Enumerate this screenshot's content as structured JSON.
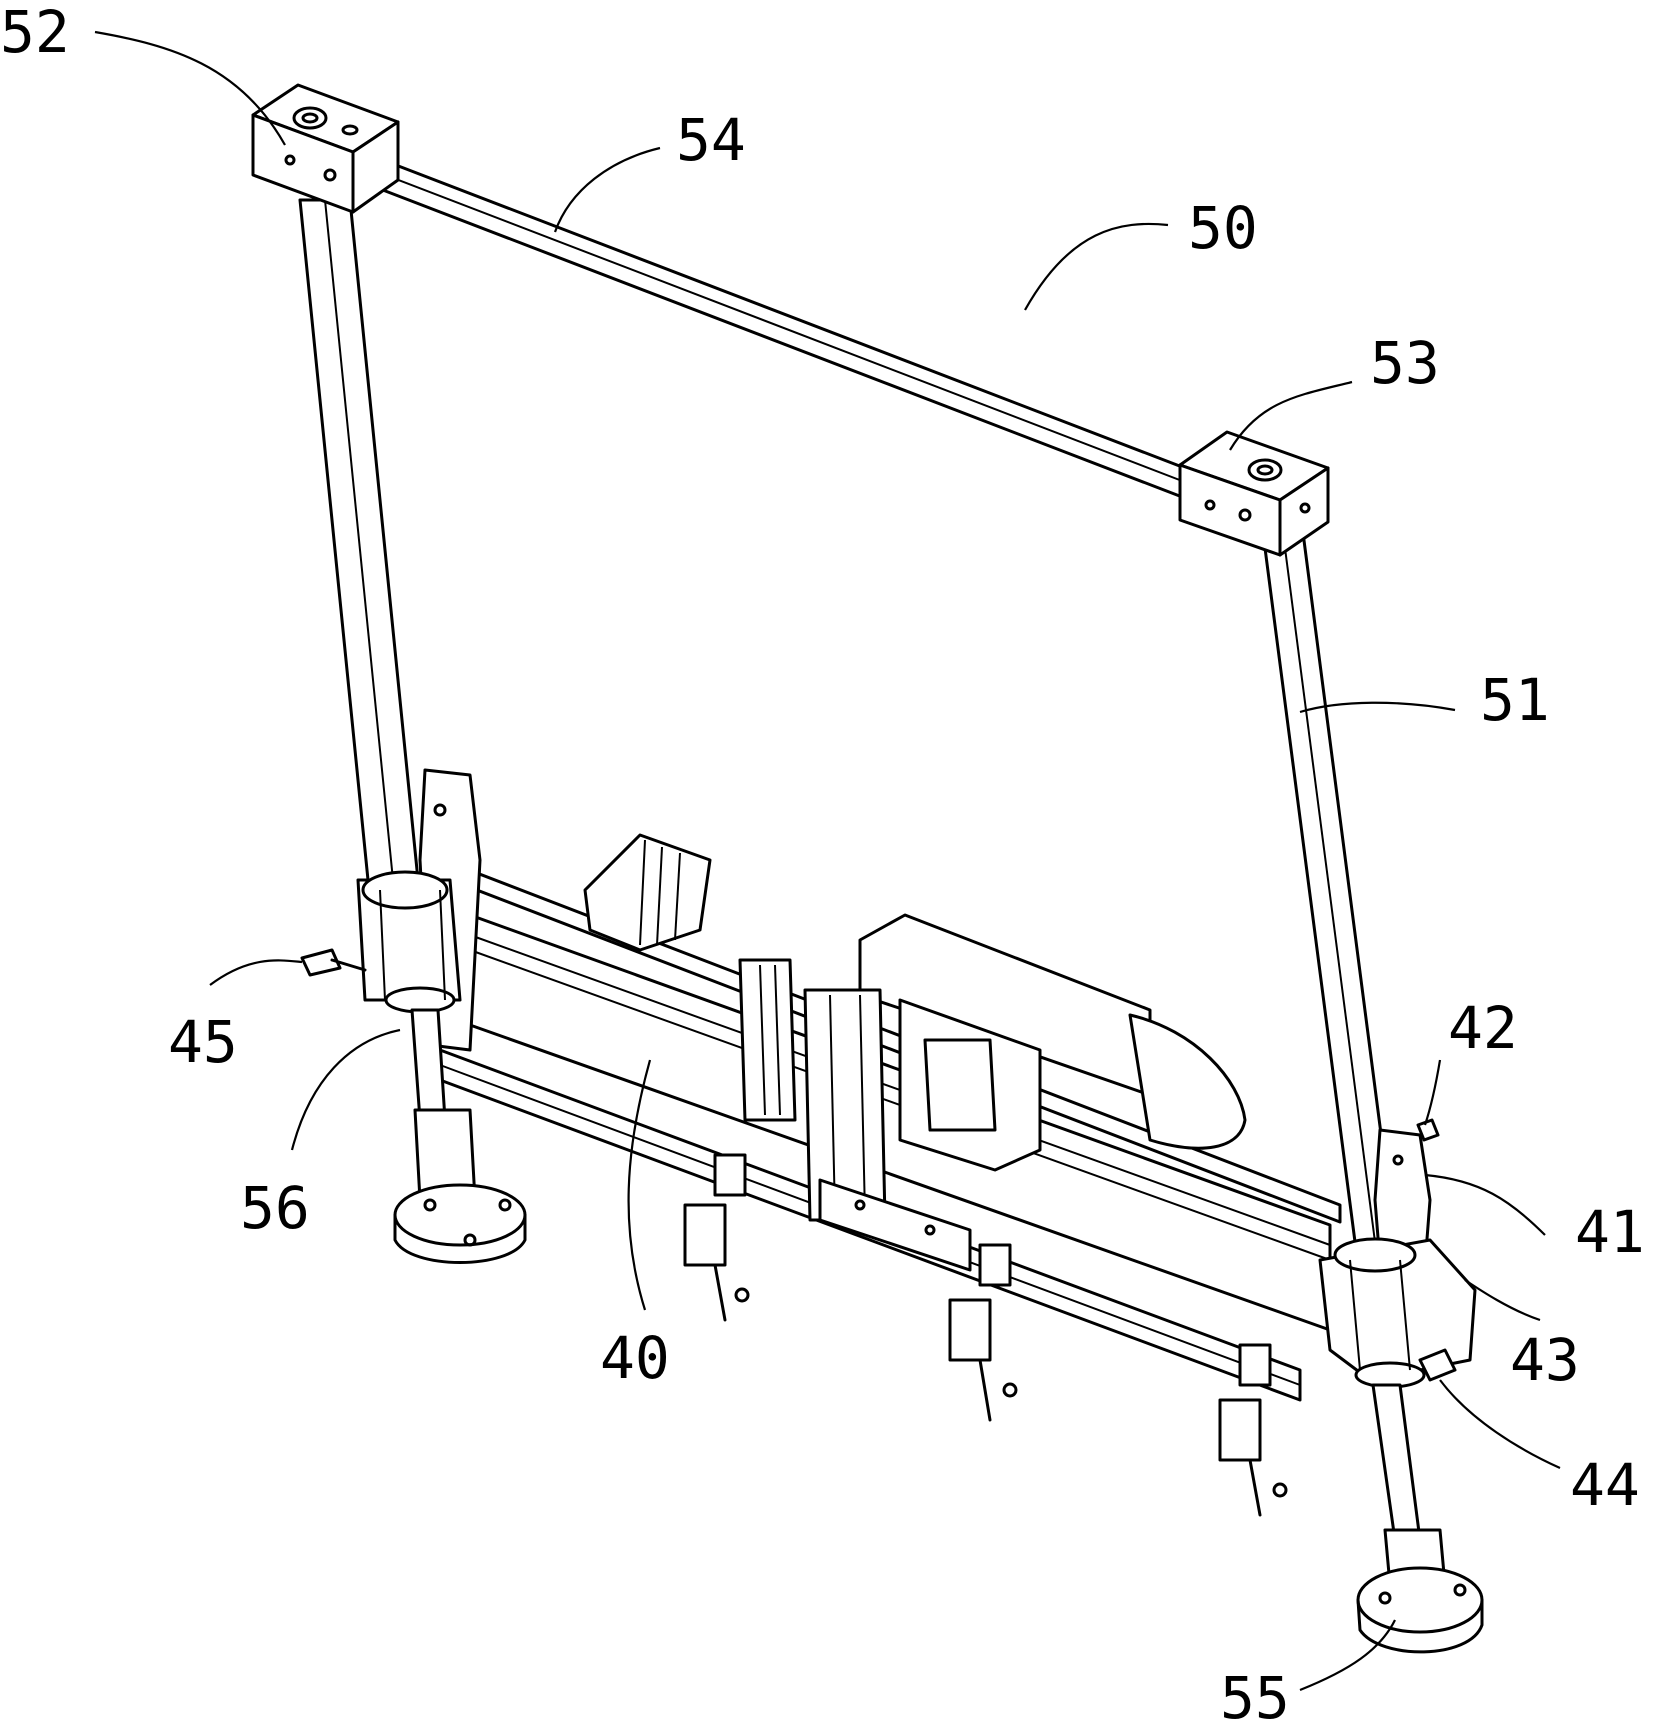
{
  "labels": {
    "l52": "52",
    "l54": "54",
    "l50": "50",
    "l53": "53",
    "l51": "51",
    "l42": "42",
    "l45": "45",
    "l56": "56",
    "l40": "40",
    "l41": "41",
    "l43": "43",
    "l44": "44",
    "l55": "55"
  }
}
